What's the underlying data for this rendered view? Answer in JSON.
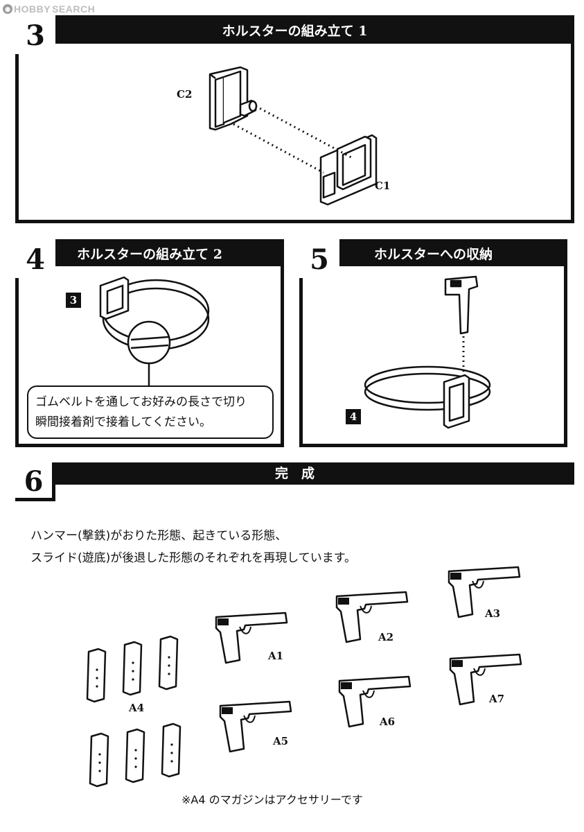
{
  "watermark": {
    "brand": "HOBBY",
    "suffix": "SEARCH",
    "logo_icon": "hobby-logo-icon"
  },
  "steps": {
    "step3": {
      "number": "3",
      "title": "ホルスターの組み立て 1",
      "labels": {
        "c2": "C2",
        "c1": "C1"
      }
    },
    "step4": {
      "number": "4",
      "title": "ホルスターの組み立て 2",
      "ref": "3",
      "note": [
        "ゴムベルトを通してお好みの長さで切り",
        "瞬間接着剤で接着してください。"
      ]
    },
    "step5": {
      "number": "5",
      "title": "ホルスターへの収納",
      "ref": "4"
    },
    "step6": {
      "number": "6",
      "title": "完　成",
      "description": [
        "ハンマー(撃鉄)がおりた形態、起きている形態、",
        "スライド(遊底)が後退した形態のそれぞれを再現しています。"
      ],
      "labels": {
        "a1": "A1",
        "a2": "A2",
        "a3": "A3",
        "a4": "A4",
        "a5": "A5",
        "a6": "A6",
        "a7": "A7"
      },
      "footnote": "※A4 のマガジンはアクセサリーです"
    }
  }
}
